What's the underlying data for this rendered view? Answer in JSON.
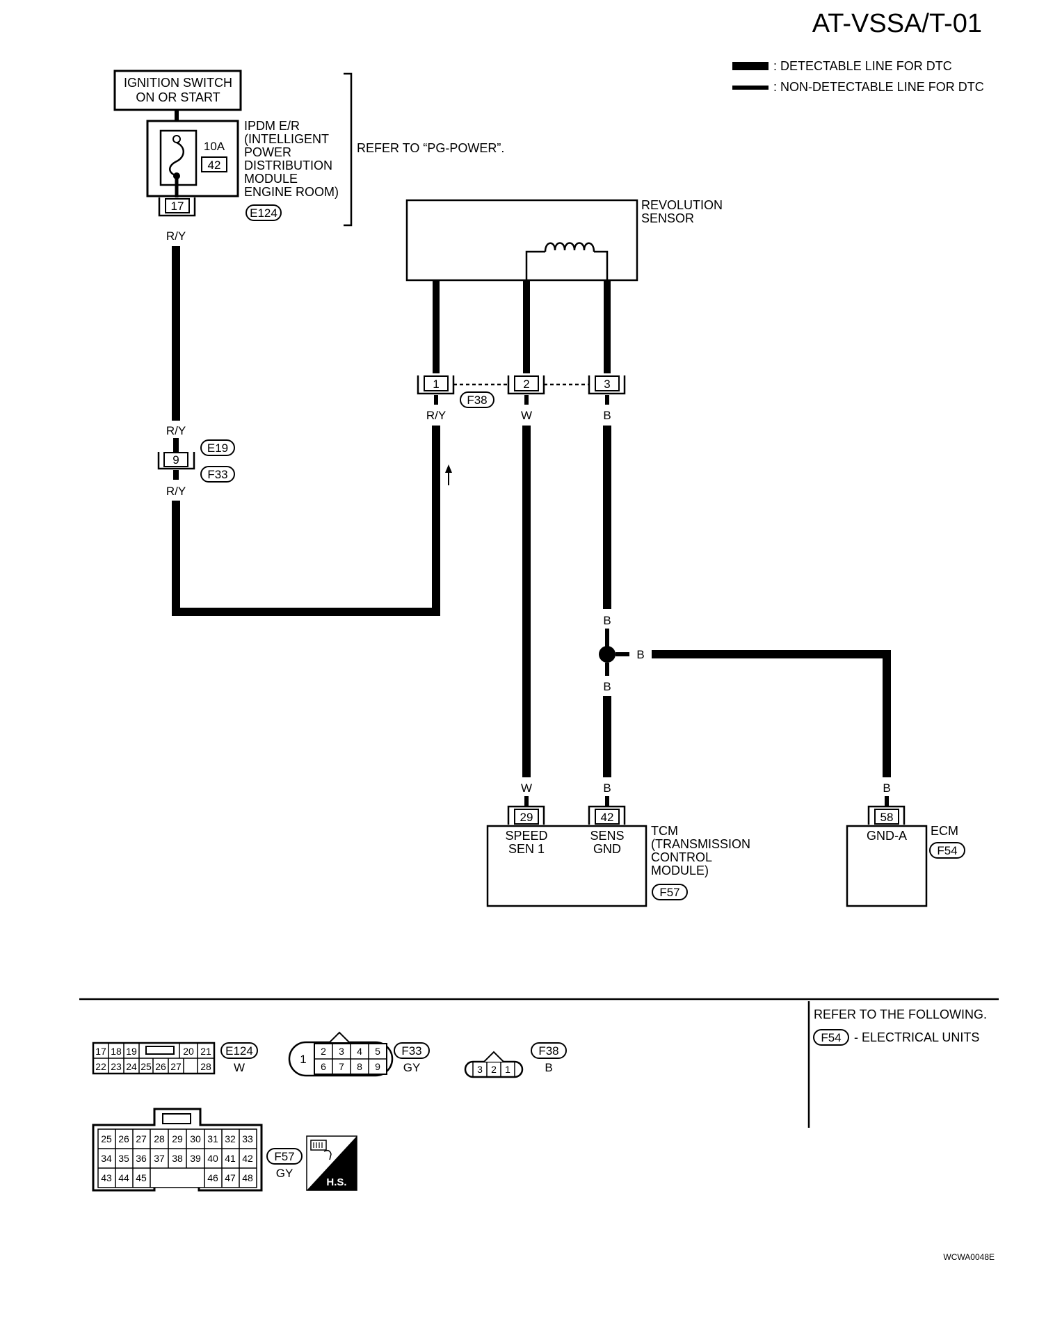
{
  "header": {
    "page_code": "AT-VSSA/T-01",
    "legend": {
      "detectable": ": DETECTABLE LINE FOR DTC",
      "non_detectable": ": NON-DETECTABLE LINE FOR DTC"
    }
  },
  "ignition": {
    "line1": "IGNITION SWITCH",
    "line2": "ON OR START"
  },
  "ipdm": {
    "fuse_rating": "10A",
    "fuse_number": "42",
    "terminal": "17",
    "label_lines": [
      "IPDM E/R",
      "(INTELLIGENT",
      "POWER",
      "DISTRIBUTION",
      "MODULE",
      "ENGINE ROOM)"
    ],
    "connector": "E124",
    "refer": "REFER TO “PG-POWER”."
  },
  "sensor": {
    "label_lines": [
      "REVOLUTION",
      "SENSOR"
    ],
    "connector": "F38",
    "pins": [
      {
        "pin": "1",
        "wire": "R/Y"
      },
      {
        "pin": "2",
        "wire": "W"
      },
      {
        "pin": "3",
        "wire": "B"
      }
    ]
  },
  "wire_labels": {
    "ry": "R/Y",
    "w": "W",
    "b": "B"
  },
  "joint": {
    "terminal": "9",
    "connector_top": "E19",
    "connector_bottom": "F33"
  },
  "tcm": {
    "label_lines": [
      "TCM",
      "(TRANSMISSION",
      "CONTROL",
      "MODULE)"
    ],
    "connector": "F57",
    "pins": [
      {
        "pin": "29",
        "wire": "W",
        "name_lines": [
          "SPEED",
          "SEN 1"
        ]
      },
      {
        "pin": "42",
        "wire": "B",
        "name_lines": [
          "SENS",
          "GND"
        ]
      }
    ]
  },
  "ecm": {
    "label": "ECM",
    "connector": "F54",
    "pin": "58",
    "wire": "B",
    "name": "GND-A"
  },
  "refer_box": {
    "title": "REFER TO THE FOLLOWING.",
    "connector": "F54",
    "item": "- ELECTRICAL UNITS"
  },
  "connector_views": {
    "e124": {
      "id": "E124",
      "color": "W",
      "row1": [
        "17",
        "18",
        "19",
        "20",
        "21"
      ],
      "row2": [
        "22",
        "23",
        "24",
        "25",
        "26",
        "27",
        "28"
      ]
    },
    "f33": {
      "id": "F33",
      "color": "GY",
      "side": "1",
      "row1": [
        "2",
        "3",
        "4",
        "5"
      ],
      "row2": [
        "6",
        "7",
        "8",
        "9"
      ]
    },
    "f38": {
      "id": "F38",
      "color": "B",
      "pins": [
        "3",
        "2",
        "1"
      ]
    },
    "f57": {
      "id": "F57",
      "color": "GY",
      "row1": [
        "25",
        "26",
        "27",
        "28",
        "29",
        "30",
        "31",
        "32",
        "33"
      ],
      "row2": [
        "34",
        "35",
        "36",
        "37",
        "38",
        "39",
        "40",
        "41",
        "42"
      ],
      "row3": [
        "43",
        "44",
        "45",
        "46",
        "47",
        "48"
      ]
    },
    "hs": "H.S."
  },
  "footer": {
    "code": "WCWA0048E"
  }
}
